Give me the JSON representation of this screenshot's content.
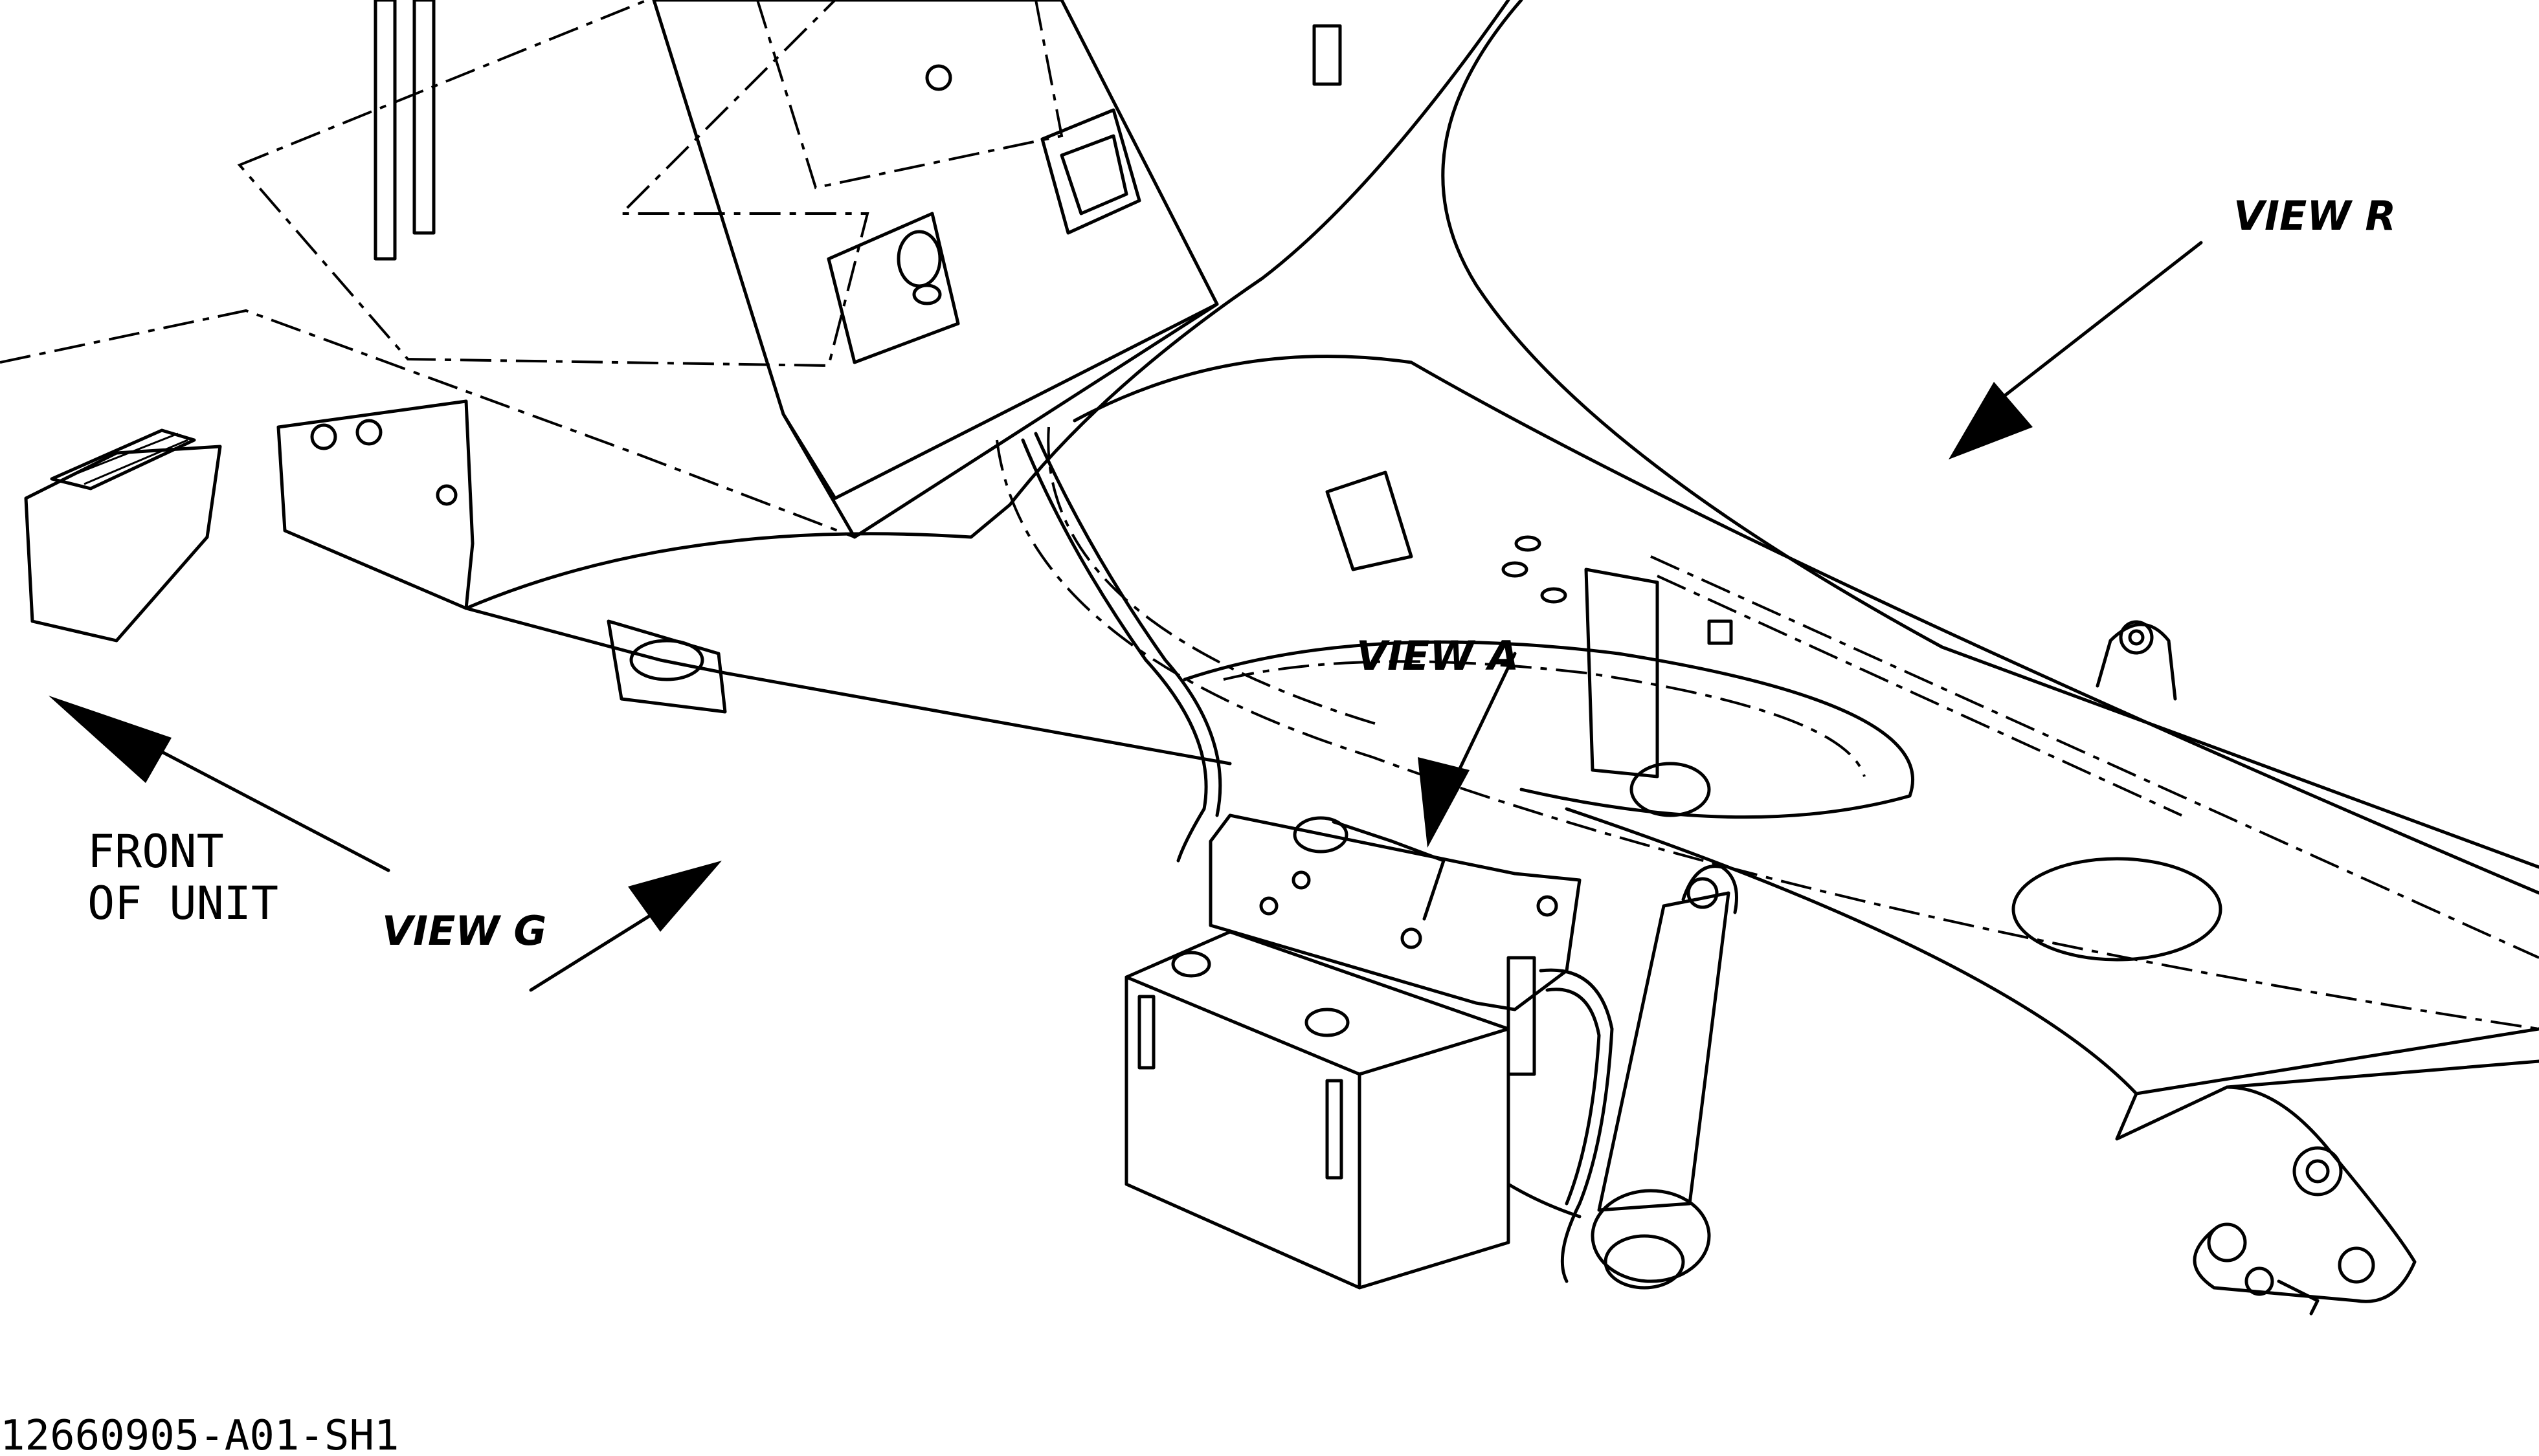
{
  "drawing": {
    "view_labels": {
      "view_r": "VIEW R",
      "view_a": "VIEW A",
      "view_g": "VIEW G"
    },
    "front_label": {
      "line1": "FRONT",
      "line2": "OF UNIT"
    },
    "drawing_number": "12660905-A01-SH1",
    "ink_color": "#000000",
    "paper_color": "#ffffff"
  }
}
